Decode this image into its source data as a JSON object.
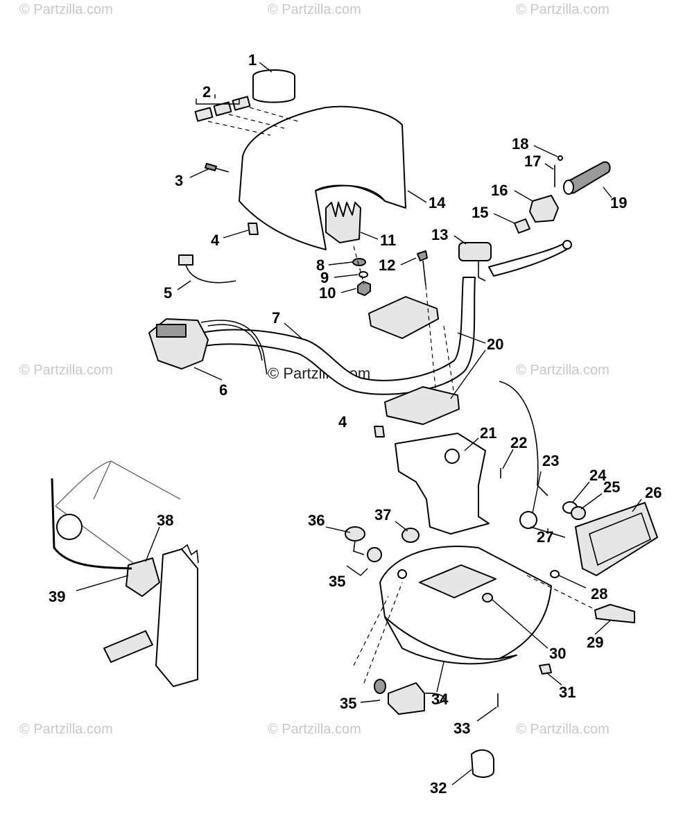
{
  "diagram": {
    "watermark": "© Partzilla.com",
    "center_watermark": "© Partzilla.com",
    "callouts": [
      "1",
      "2",
      "3",
      "4",
      "5",
      "6",
      "7",
      "8",
      "9",
      "10",
      "11",
      "12",
      "13",
      "14",
      "15",
      "16",
      "17",
      "18",
      "19",
      "20",
      "21",
      "22",
      "23",
      "24",
      "25",
      "26",
      "27",
      "28",
      "29",
      "30",
      "31",
      "32",
      "33",
      "34",
      "35",
      "36",
      "37",
      "38",
      "39"
    ],
    "repeat_callouts": {
      "four": "4",
      "thirtyfive": "35"
    }
  }
}
